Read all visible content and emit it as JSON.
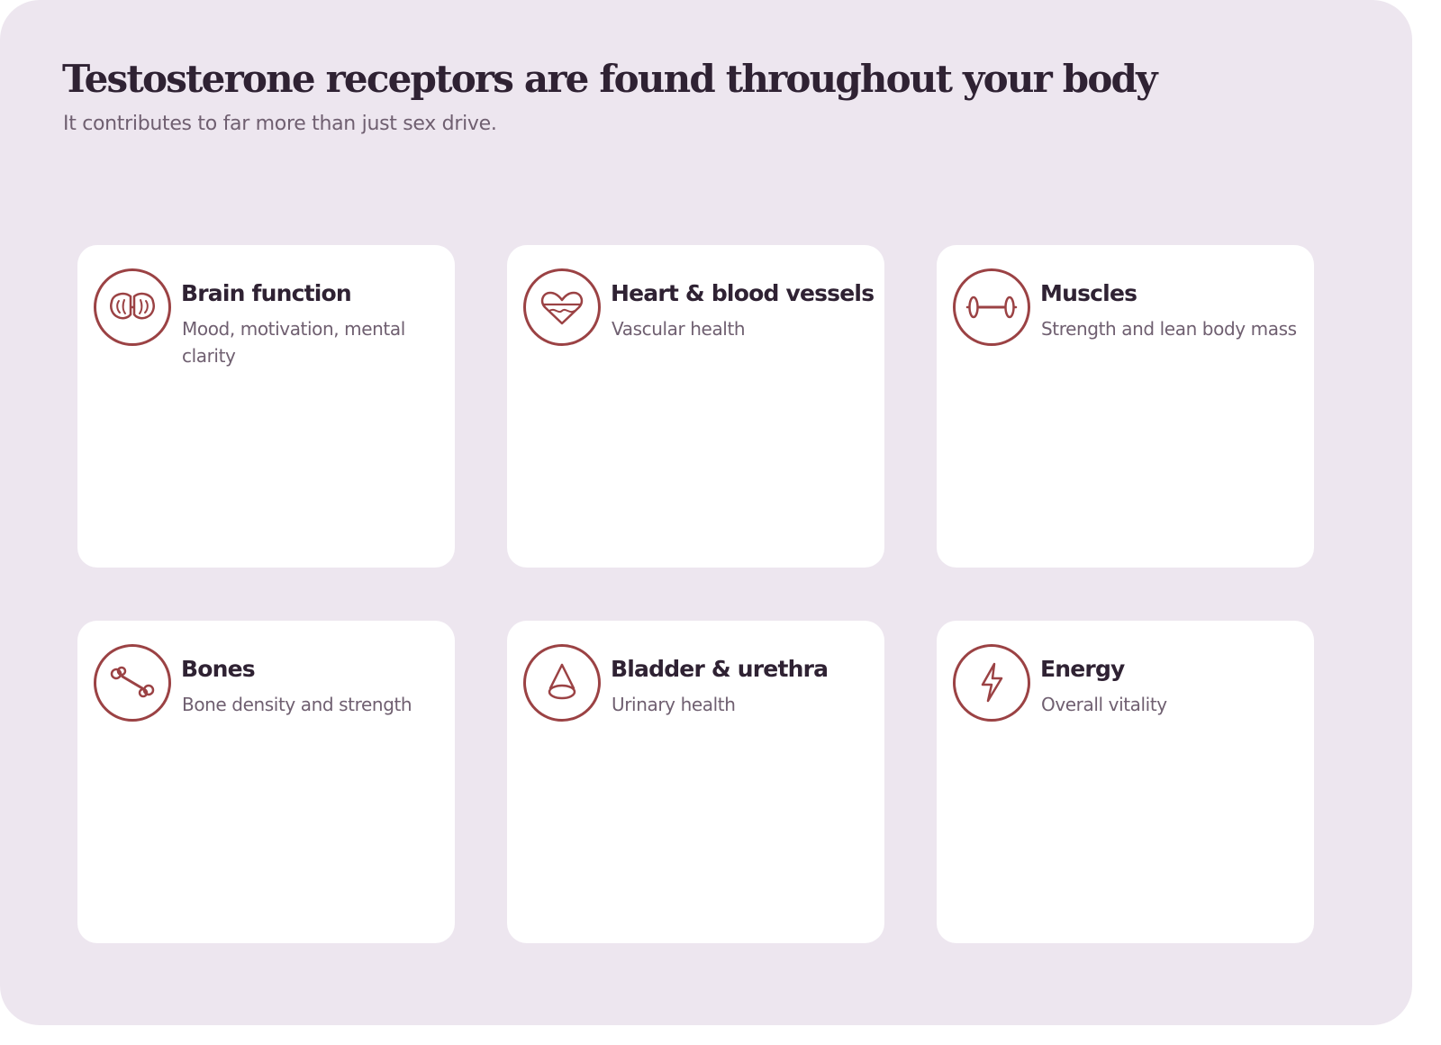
{
  "header": {
    "title": "Testosterone receptors are found throughout your body",
    "subtitle": "It contributes to far more than just sex drive."
  },
  "colors": {
    "background": "#ede6ef",
    "card": "#ffffff",
    "accent": "#9b4244",
    "title_text": "#2f2233",
    "body_text": "#6f5f70"
  },
  "cards": [
    {
      "icon": "brain-icon",
      "title": "Brain function",
      "description": "Mood, motivation, mental clarity"
    },
    {
      "icon": "heart-icon",
      "title": "Heart & blood vessels",
      "description": "Vascular health"
    },
    {
      "icon": "dumbbell-icon",
      "title": "Muscles",
      "description": "Strength and lean body mass"
    },
    {
      "icon": "bone-icon",
      "title": "Bones",
      "description": "Bone density and strength"
    },
    {
      "icon": "bladder-icon",
      "title": "Bladder & urethra",
      "description": "Urinary health"
    },
    {
      "icon": "lightning-icon",
      "title": "Energy",
      "description": "Overall vitality"
    }
  ]
}
